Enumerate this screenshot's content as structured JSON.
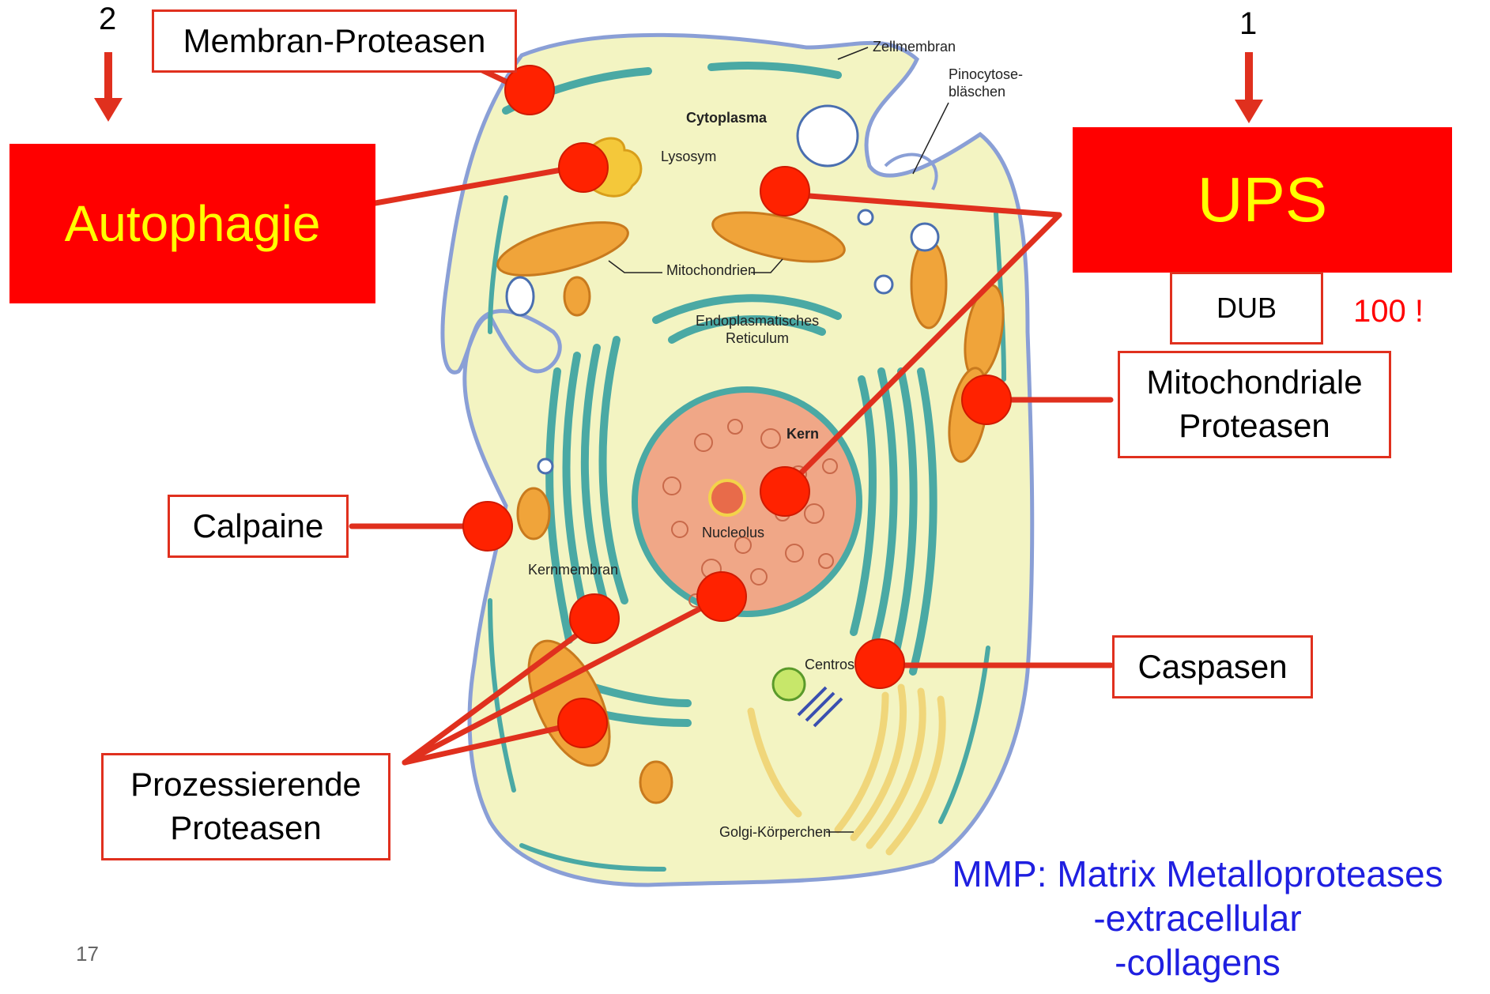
{
  "slide": {
    "page_number": "17"
  },
  "cell_labels": {
    "zellmembran": "Zellmembran",
    "pinocytose": "Pinocytose-\nbläschen",
    "cytoplasma": "Cytoplasma",
    "lysosym": "Lysosym",
    "mitochondrien": "Mitochondrien",
    "er": "Endoplasmatisches\nReticulum",
    "kern": "Kern",
    "nucleolus": "Nucleolus",
    "kernmembran": "Kernmembran",
    "centrosom": "Centrosom",
    "golgi": "Golgi-Körperchen"
  },
  "callouts": {
    "membran_proteasen": "Membran-Proteasen",
    "autophagie": "Autophagie",
    "ups": "UPS",
    "dub": "DUB",
    "dub_count": "100 !",
    "mito_proteasen": "Mitochondriale\nProteasen",
    "calpaine": "Calpaine",
    "caspasen": "Caspasen",
    "prozessierende": "Prozessierende\nProteasen"
  },
  "markers": {
    "left": "2",
    "right": "1"
  },
  "mmp": {
    "line1": "MMP: Matrix Metalloproteases",
    "line2": "-extracellular",
    "line3": "-collagens"
  },
  "colors": {
    "accent_red": "#ff0000",
    "callout_border": "#e0301e",
    "highlight_text": "#ffff00",
    "mmp_blue": "#1f1fe0",
    "cytoplasm": "#f3f4c2",
    "membrane": "#8a9fd6",
    "er": "#4aa9a4",
    "nucleus": "#f0a787",
    "mitochondria": "#f0a43a"
  }
}
